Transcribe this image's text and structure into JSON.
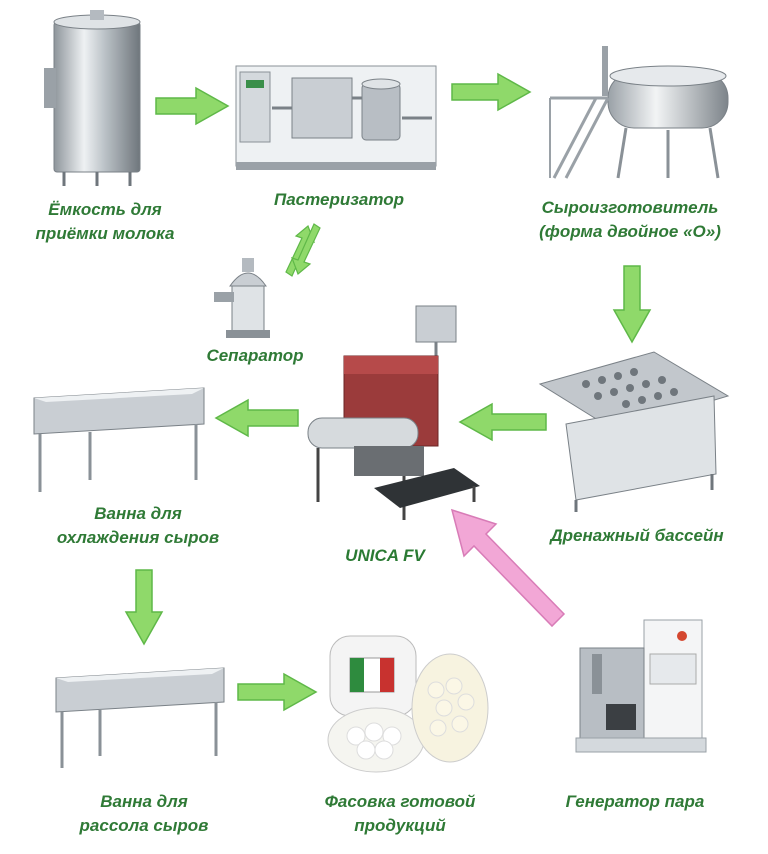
{
  "nodes": {
    "milk_tank": {
      "line1": "Ёмкость для",
      "line2": "приёмки молока"
    },
    "pasteurizer": {
      "line1": "Пастеризатор"
    },
    "cheese_maker": {
      "line1": "Сыроизготовитель",
      "line2": "(форма двойное «O»)"
    },
    "separator": {
      "line1": "Сепаратор"
    },
    "unica": {
      "line1": "UNICA FV"
    },
    "drain_pool": {
      "line1": "Дренажный бассейн"
    },
    "cooling_bath": {
      "line1": "Ванна для",
      "line2": "охлаждения сыров"
    },
    "brine_bath": {
      "line1": "Ванна для",
      "line2": "рассола сыров"
    },
    "packaging": {
      "line1": "Фасовка готовой",
      "line2": "продукций"
    },
    "steam_gen": {
      "line1": "Генератор пара"
    }
  },
  "colors": {
    "arrow_green": "#8fd96a",
    "arrow_green_stroke": "#5fb848",
    "arrow_pink": "#f2a7d6",
    "label_green": "#2f7a36",
    "steel": "#c9ced3"
  }
}
